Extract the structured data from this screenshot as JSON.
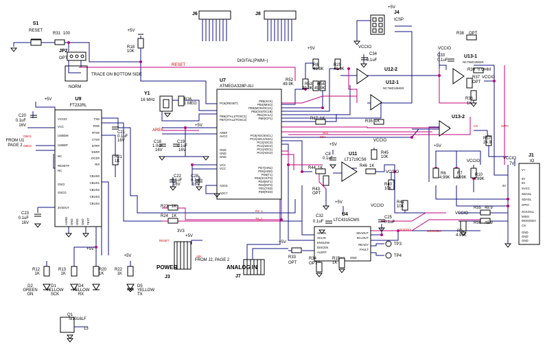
{
  "colors": {
    "wire": "#0f0f80",
    "net": "#c0007a",
    "part": "#000000",
    "flag": "#cc0000"
  },
  "refs": {
    "s1": "S1",
    "r31": "R31",
    "r18": "R18",
    "jp2": "JP2",
    "u9": "U9",
    "c20": "C20",
    "c21": "C21",
    "r21": "R21",
    "c23": "C23",
    "j6": "J6",
    "j8": "J8",
    "u7": "U7",
    "y1": "Y1",
    "r16": "R16",
    "c18": "C18",
    "c19": "C19",
    "c22": "C22",
    "c28": "C28",
    "r23": "R23",
    "r24": "R24",
    "j3": "J3",
    "j7": "J7",
    "r12": "R12",
    "r13": "R13",
    "r20": "R20",
    "r22": "R22",
    "d2": "D2",
    "d1": "D1",
    "d4": "D4",
    "d5": "D5",
    "q1": "Q1",
    "r52": "R52",
    "r53": "R53",
    "r8": "R8",
    "r54": "R54",
    "r25": "R25",
    "c34": "C34",
    "u12a": "U12-2",
    "u12b": "U12-1",
    "r17": "R17",
    "r35": "R35",
    "u13b": "U13-2",
    "c8": "C8",
    "u11": "U11",
    "r44": "R44",
    "r45": "R45",
    "r46": "R46",
    "r40": "R40",
    "r43": "R43",
    "r41": "R41",
    "u4": "U4",
    "c32": "C32",
    "c25": "C25",
    "r33": "R33",
    "r34": "R34",
    "r15": "R15",
    "tp3": "TP3",
    "tp4": "TP4",
    "j4": "J4",
    "r38": "R38",
    "c33": "C33",
    "u13a": "U13-1",
    "r39": "R39",
    "r37": "R37",
    "r36": "R36",
    "r57": "R57",
    "r6": "R6",
    "r7": "R7",
    "r10": "R10",
    "r55": "R55",
    "r56": "R56",
    "r9": "R9",
    "j1": "J1"
  },
  "values": {
    "s1": "RESET",
    "r31": "100",
    "r18": "10K",
    "jp2": "OPT",
    "c20a": "0.1uF",
    "c20b": "16V",
    "c21a": "0.1uF",
    "c21b": "16V",
    "r21": "1K",
    "c23a": "0.1uF",
    "c23b": "16V",
    "u9": "FT232RL",
    "u7": "ATMEGA328P-AU",
    "y1": "16 MHz",
    "r16": "1 MEG",
    "c18a": "1.0uF",
    "c18b": "16V",
    "c19a": "0.1uF",
    "c19b": "16V",
    "c22a": "0.1uF",
    "c22b": "16V",
    "c28a": "0.1uF",
    "c28b": "16V",
    "r23": "1K",
    "r24": "1K",
    "r12": "1K",
    "r13": "1K",
    "r20": "1K",
    "r22": "1K",
    "q1": "Si1016LF",
    "r52": "49.9K",
    "r53": "49.9K",
    "r8": "49.9K",
    "r54": "49.9K",
    "r25": "49.9K",
    "c34": "0.1uF",
    "u12": "NC7WZ125K8X",
    "r17": "1K",
    "r35": "1K",
    "c8": "0.1uF",
    "u11": "LT1719CS6",
    "r44": "1K",
    "r45": "10K",
    "r46": "1K",
    "r40": "10K",
    "r43": "OPT",
    "r41": "10K",
    "u4": "LTC4315CMS",
    "c32": "0.1uF",
    "c25": "0.1uF",
    "r33": "OPT",
    "r34": "OPT",
    "r15": "1K",
    "r38": "OPT",
    "c33": "0.1uF",
    "u13": "NC7WZ125K8X",
    "r39": "0 OHM",
    "r37": "OPT",
    "r36": "1K",
    "r57": "24.9",
    "r6": "4.99K",
    "r7": "4.99K",
    "r10": "4.99K",
    "r55": "49.9",
    "r56": "49.9",
    "r9": "4.99K"
  },
  "labels": {
    "trace": "TRACE ON BOTTOM SIDE",
    "norm": "NORM",
    "digital": "DIGITAL(PWM~)",
    "reset_net": "RESET",
    "icsp": "ICSP",
    "from_u1": "FROM U1",
    "page2": "PAGE 2",
    "aref": "AREF",
    "power": "POWER",
    "analog_in": "ANALOG IN",
    "from_j2": "FROM J2, PAGE 2",
    "io": "IO",
    "sda_net": "SDA",
    "scl_net": "SCL",
    "sda_net2": "SDA",
    "cs_net": "CS",
    "gpio_net": "GPIO",
    "sckscl": "SCK/SCL",
    "mosisda": "MOSI/SDA",
    "rx": "RX_1",
    "tx": "TX_1",
    "v3v3": "3V3",
    "vin": "VIN",
    "p5v": "+5V",
    "vccio": "VCCIO",
    "v7": "7V",
    "green": "GREEN",
    "on": "ON",
    "yellow": "YELLOW",
    "sck": "SCK",
    "rx_led": "RX",
    "tx_led": "TX",
    "num13": "13",
    "dbg1": "DBG1",
    "dbg2": "DBG2",
    "x5v": "5V"
  },
  "pins": {
    "u9_left": [
      "VCCIO",
      "VCC",
      "USBDM",
      "USBDP",
      "NC",
      "RESET#",
      "NC",
      "OSCI",
      "OSCO",
      "3V3OUT"
    ],
    "u9_right": [
      "TXD",
      "RXD",
      "RTS#",
      "CTS#",
      "DTR#",
      "DSR#",
      "DCD#",
      "RI#",
      "CBUS0",
      "CBUS1",
      "CBUS2",
      "CBUS3",
      "CBUS4"
    ],
    "u9_bottom": [
      "AGND",
      "GND",
      "GND",
      "GND",
      "TEST"
    ],
    "u7_left": [
      "PC6(/RESET)",
      "PB6(XTAL1/TOSC1)",
      "PB7(XTAL2/TOSC2)",
      "AREF",
      "AVCC",
      "GND",
      "GND",
      "GND",
      "VCC",
      "VCC",
      "ADC6",
      "ADC7"
    ],
    "u7_right": [
      "PB5(SCK)",
      "PB4(MISO)",
      "PB3(MOSI/OC2A)",
      "PB2(/SS/OC1B)",
      "PB1(OC1A)",
      "PB0(ICP1)",
      "PC5(ADC5/SCL)",
      "PC4(ADC4/SDA)",
      "PC3(ADC3)",
      "PC2(ADC2)",
      "PC1(ADC1)",
      "PC0(ADC0)",
      "PD7(AIN1)",
      "PD6(AIN0)",
      "PD5(T1)",
      "PD4(XCK/T0)",
      "PD3(INT1)",
      "PD2(INT0)",
      "PD1(TXD)",
      "PD0(RXD)"
    ],
    "u4": [
      "SDAIN",
      "SCLIN",
      "ENSLEW",
      "DISCEN",
      "ALERT",
      "VCC",
      "GND",
      "SDAOUT",
      "SCLOUT",
      "READY",
      "FAULT"
    ],
    "j1": [
      "V+",
      "5V",
      "5V",
      "SVCC",
      "SDASL",
      "SDASL",
      "GPIO",
      "SCK/SCL",
      "MISO",
      "MOSI/SDA",
      "CS",
      "GND",
      "GND",
      "GND"
    ]
  }
}
